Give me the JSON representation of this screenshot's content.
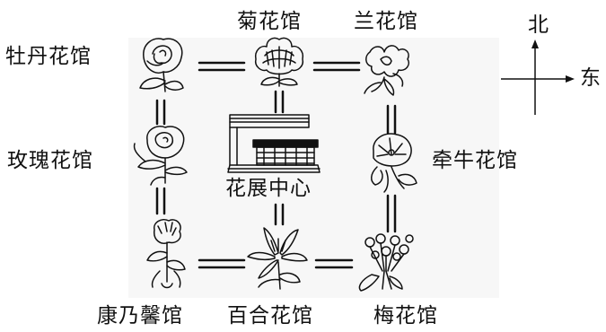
{
  "labels": {
    "ju": "菊花馆",
    "lan": "兰花馆",
    "mudan": "牡丹花馆",
    "meigui": "玫瑰花馆",
    "qianniu": "牵牛花馆",
    "center": "花展中心",
    "kangnaixin": "康乃馨馆",
    "baihe": "百合花馆",
    "mei": "梅花馆"
  },
  "compass": {
    "north": "北",
    "east": "东"
  },
  "colors": {
    "ink": "#111111",
    "panel": "#f7f7f7"
  }
}
